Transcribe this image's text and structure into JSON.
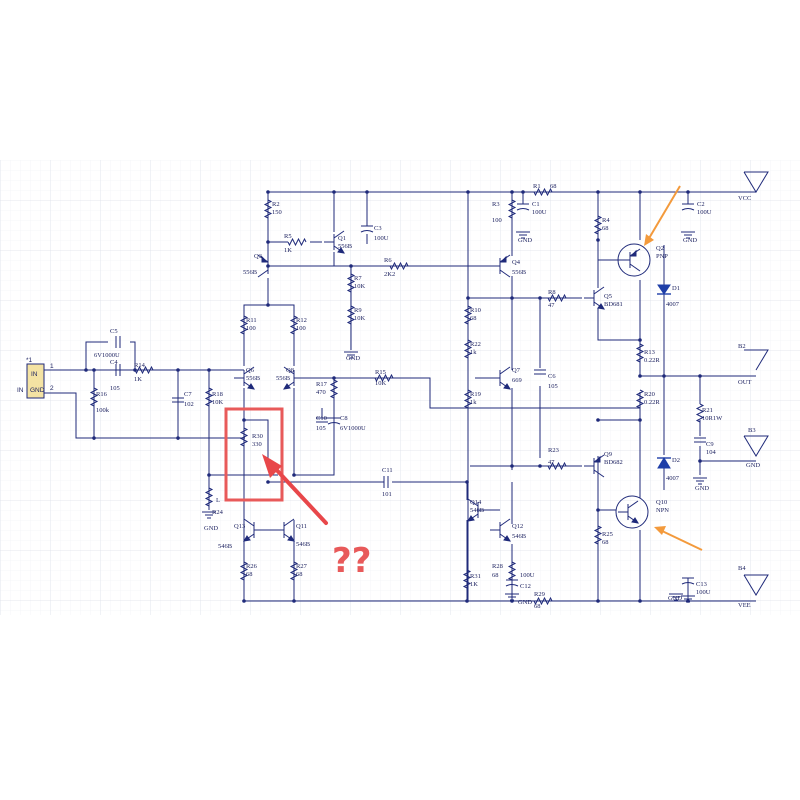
{
  "colors": {
    "background": "#ffffff",
    "grid_minor": "#eef0f5",
    "grid_major": "#dde1ea",
    "wire": "#1f2a7a",
    "label": "#1a1f5e",
    "connector_fill": "#f4e3a3",
    "diode_fill": "#1f3fa8",
    "highlight_box": "#e85a5a",
    "highlight_arrow": "#e8474a",
    "orange_arrow": "#f39a3c"
  },
  "connector": {
    "ref": "*1",
    "pins": [
      "IN",
      "GND"
    ],
    "side_label": "IN",
    "pin_numbers": [
      "1",
      "2"
    ]
  },
  "components": [
    {
      "id": "R1",
      "ref": "R1",
      "value": "68"
    },
    {
      "id": "R2",
      "ref": "R2",
      "value": "150"
    },
    {
      "id": "R3",
      "ref": "R3",
      "value": "100"
    },
    {
      "id": "R4",
      "ref": "R4",
      "value": "68"
    },
    {
      "id": "R5",
      "ref": "R5",
      "value": "1K"
    },
    {
      "id": "R6",
      "ref": "R6",
      "value": "2K2"
    },
    {
      "id": "R7",
      "ref": "R7",
      "value": "10K"
    },
    {
      "id": "R8",
      "ref": "R8",
      "value": "47"
    },
    {
      "id": "R9",
      "ref": "R9",
      "value": "10K"
    },
    {
      "id": "R10",
      "ref": "R10",
      "value": "68"
    },
    {
      "id": "R11",
      "ref": "R11",
      "value": "100"
    },
    {
      "id": "R12",
      "ref": "R12",
      "value": "100"
    },
    {
      "id": "R13",
      "ref": "R13",
      "value": "0.22R"
    },
    {
      "id": "R14",
      "ref": "R14",
      "value": "1K"
    },
    {
      "id": "R15",
      "ref": "R15",
      "value": "10K"
    },
    {
      "id": "R16",
      "ref": "R16",
      "value": "100k"
    },
    {
      "id": "R17",
      "ref": "R17",
      "value": "470"
    },
    {
      "id": "R18",
      "ref": "R18",
      "value": "10K"
    },
    {
      "id": "R19",
      "ref": "R19",
      "value": "1k"
    },
    {
      "id": "R20",
      "ref": "R20",
      "value": "0.22R"
    },
    {
      "id": "R21",
      "ref": "R21",
      "value": "10R1W"
    },
    {
      "id": "R22",
      "ref": "R22",
      "value": "1k"
    },
    {
      "id": "R23",
      "ref": "R23",
      "value": "47"
    },
    {
      "id": "R24",
      "ref": "R24",
      "value": "L"
    },
    {
      "id": "R25",
      "ref": "R25",
      "value": "68"
    },
    {
      "id": "R26",
      "ref": "R26",
      "value": "68"
    },
    {
      "id": "R27",
      "ref": "R27",
      "value": "68"
    },
    {
      "id": "R28",
      "ref": "R28",
      "value": "68"
    },
    {
      "id": "R29",
      "ref": "R29",
      "value": "68"
    },
    {
      "id": "R30",
      "ref": "R30",
      "value": "330"
    },
    {
      "id": "R31",
      "ref": "R31",
      "value": "1K"
    },
    {
      "id": "C1",
      "ref": "C1",
      "value": "100U"
    },
    {
      "id": "C2",
      "ref": "C2",
      "value": "100U"
    },
    {
      "id": "C3",
      "ref": "C3",
      "value": "100U"
    },
    {
      "id": "C4",
      "ref": "C4",
      "value": "105"
    },
    {
      "id": "C5",
      "ref": "C5",
      "value": "6V1000U"
    },
    {
      "id": "C6",
      "ref": "C6",
      "value": "105"
    },
    {
      "id": "C7",
      "ref": "C7",
      "value": "102"
    },
    {
      "id": "C8",
      "ref": "C8",
      "value": "6V1000U"
    },
    {
      "id": "C9",
      "ref": "C9",
      "value": "104"
    },
    {
      "id": "C10",
      "ref": "C10",
      "value": "105"
    },
    {
      "id": "C11",
      "ref": "C11",
      "value": "101"
    },
    {
      "id": "C12",
      "ref": "C12",
      "value": "100U"
    },
    {
      "id": "C13",
      "ref": "C13",
      "value": "100U"
    },
    {
      "id": "Q1",
      "ref": "Q1",
      "value": "556B"
    },
    {
      "id": "Q2",
      "ref": "Q2",
      "value": "PNP"
    },
    {
      "id": "Q3",
      "ref": "Q3",
      "value": "556B"
    },
    {
      "id": "Q4",
      "ref": "Q4",
      "value": "556B"
    },
    {
      "id": "Q5",
      "ref": "Q5",
      "value": "BD681"
    },
    {
      "id": "Q6",
      "ref": "Q6",
      "value": "556B"
    },
    {
      "id": "Q7",
      "ref": "Q7",
      "value": "669"
    },
    {
      "id": "Q8",
      "ref": "Q8",
      "value": "556B"
    },
    {
      "id": "Q9",
      "ref": "Q9",
      "value": "BD682"
    },
    {
      "id": "Q10",
      "ref": "Q10",
      "value": "NPN"
    },
    {
      "id": "Q11",
      "ref": "Q11",
      "value": "546B"
    },
    {
      "id": "Q12",
      "ref": "Q12",
      "value": "546B"
    },
    {
      "id": "Q13",
      "ref": "Q13",
      "value": "546B"
    },
    {
      "id": "Q14",
      "ref": "Q14",
      "value": "546B"
    },
    {
      "id": "D1",
      "ref": "D1",
      "value": "4007"
    },
    {
      "id": "D2",
      "ref": "D2",
      "value": "4007"
    }
  ],
  "ports": {
    "vcc": {
      "ref": "",
      "label": "VCC"
    },
    "b2": {
      "ref": "B2",
      "label": "OUT"
    },
    "b3": {
      "ref": "B3",
      "label": "GND"
    },
    "b4": {
      "ref": "B4",
      "label": "VEE"
    }
  },
  "ground_label": "GND",
  "annotation": {
    "question": "??"
  }
}
